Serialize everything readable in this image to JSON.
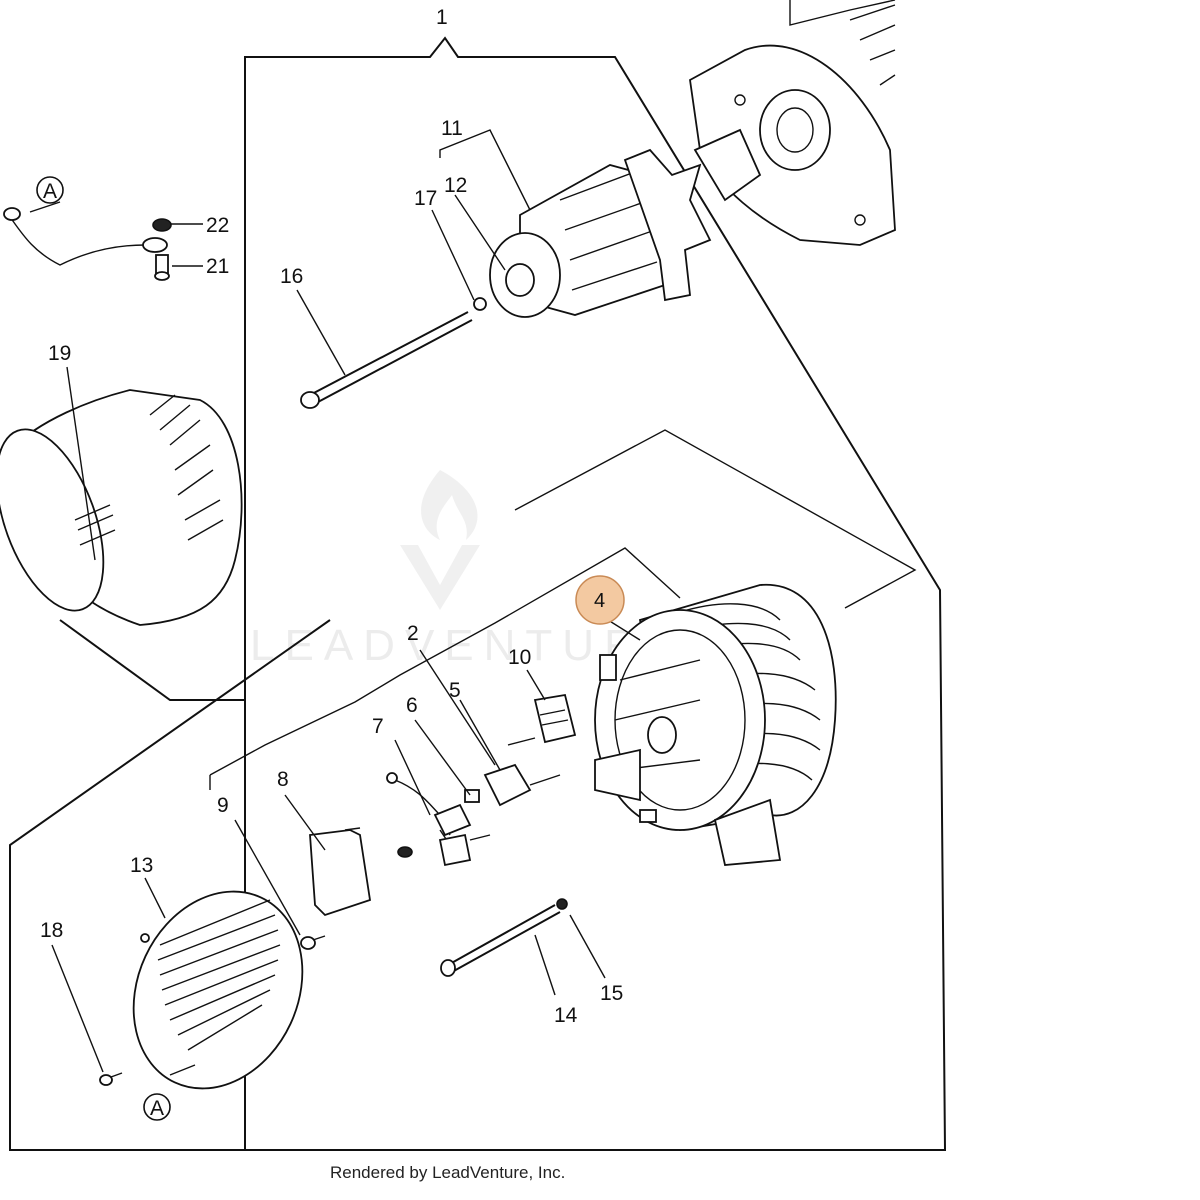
{
  "diagram": {
    "callouts": {
      "c1": "1",
      "c2": "2",
      "c4": "4",
      "c5": "5",
      "c6": "6",
      "c7": "7",
      "c8": "8",
      "c9": "9",
      "c10": "10",
      "c11": "11",
      "c12": "12",
      "c13": "13",
      "c14": "14",
      "c15": "15",
      "c16": "16",
      "c17": "17",
      "c18": "18",
      "c19": "19",
      "c21": "21",
      "c22": "22"
    },
    "ref_marker": "A",
    "highlighted_callout": "4",
    "highlight_color": "#f3c9a1",
    "highlight_stroke": "#c98a55",
    "watermark": "LEADVENTURE",
    "credit": "Rendered by LeadVenture, Inc."
  }
}
